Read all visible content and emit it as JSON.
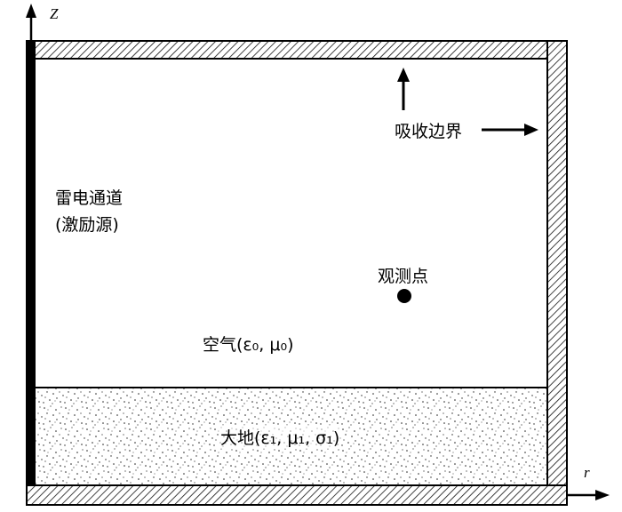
{
  "axes": {
    "z": "Z",
    "r": "r"
  },
  "labels": {
    "absorbing_boundary": "吸收边界",
    "lightning_channel_line1": "雷电通道",
    "lightning_channel_line2": "(激励源)",
    "observation_point": "观测点",
    "air": "空气(ε₀, μ₀)",
    "ground": "大地(ε₁, μ₁, σ₁)"
  }
}
